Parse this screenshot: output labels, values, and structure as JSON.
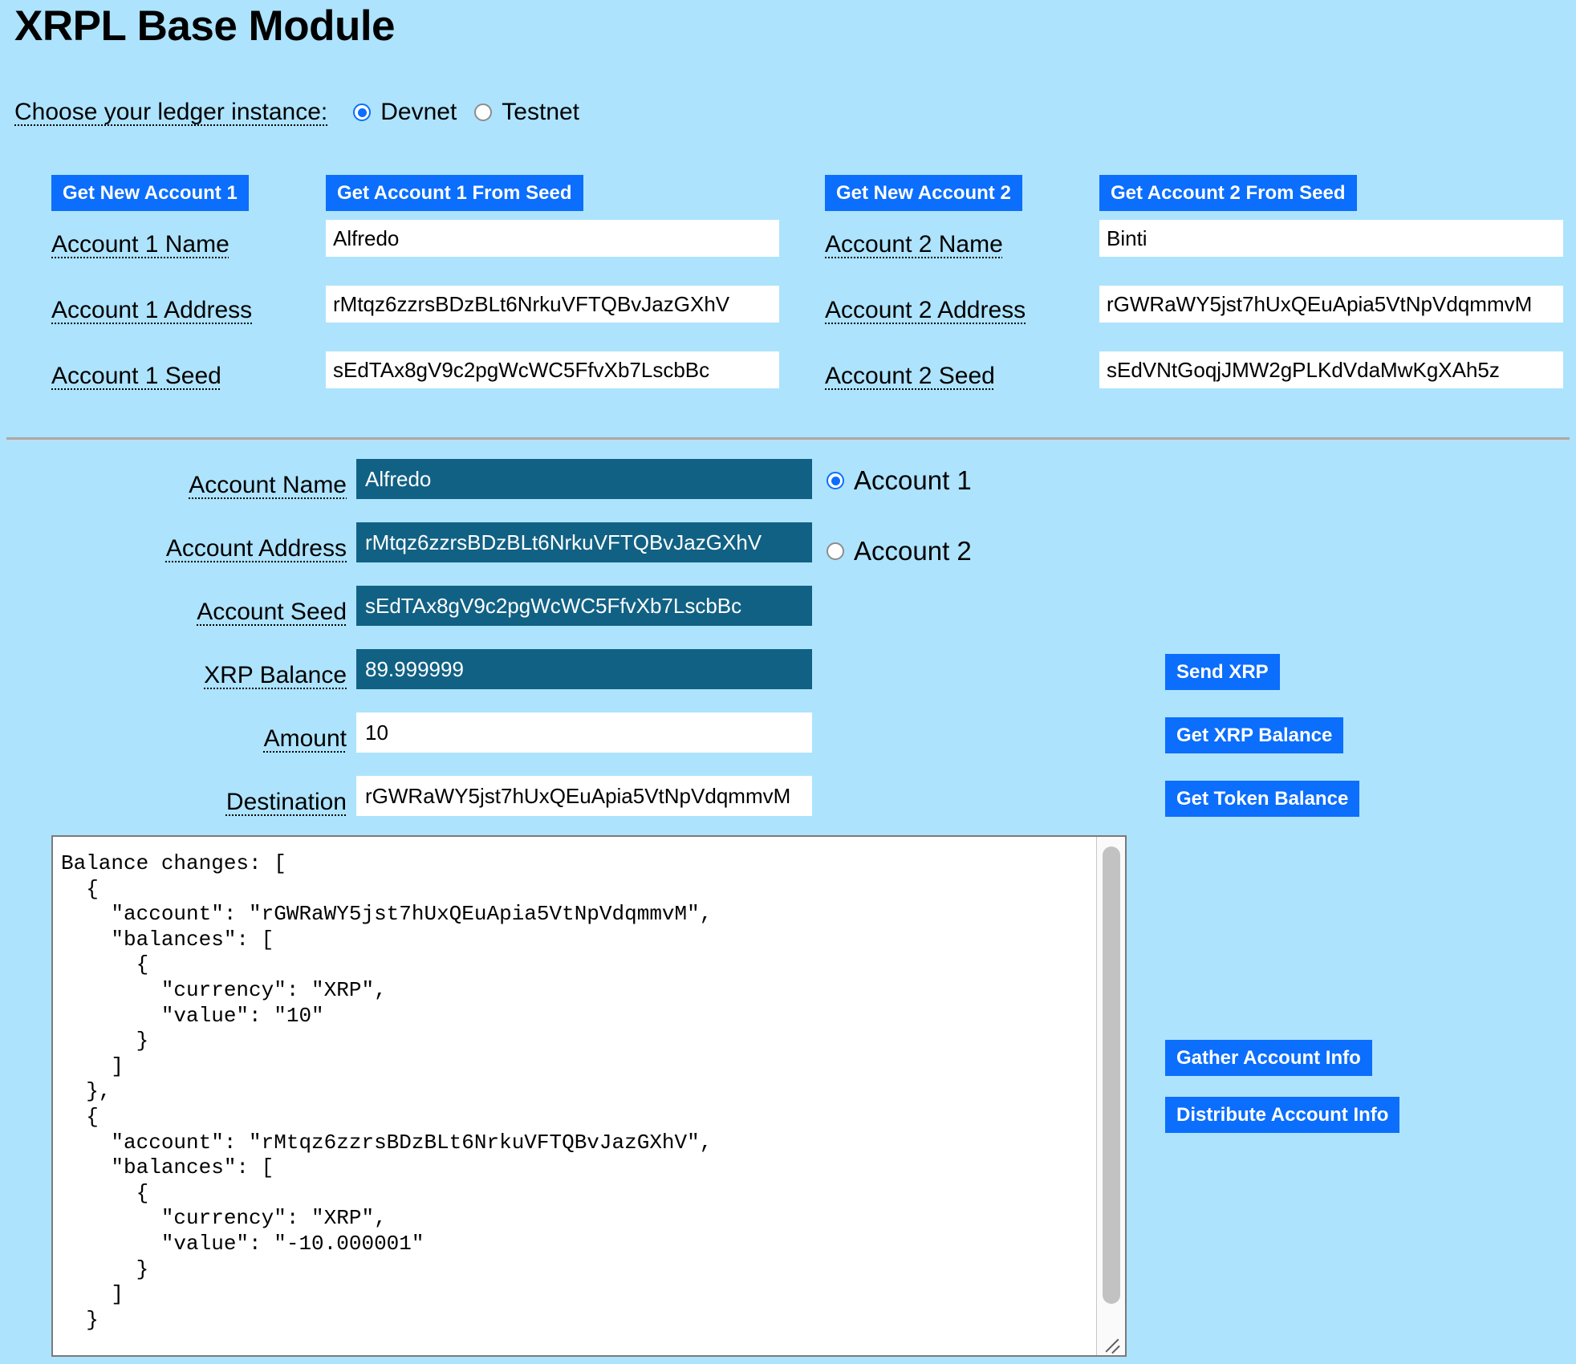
{
  "page_title": "XRPL Base Module",
  "ledger": {
    "label": "Choose your ledger instance:",
    "options": [
      {
        "label": "Devnet",
        "selected": true
      },
      {
        "label": "Testnet",
        "selected": false
      }
    ]
  },
  "account1": {
    "new_button": "Get New Account 1",
    "from_seed_button": "Get Account 1 From Seed",
    "name_label": "Account 1 Name",
    "name_value": "Alfredo",
    "address_label": "Account 1 Address",
    "address_value": "rMtqz6zzrsBDzBLt6NrkuVFTQBvJazGXhV",
    "seed_label": "Account 1 Seed",
    "seed_value": "sEdTAx8gV9c2pgWcWC5FfvXb7LscbBc"
  },
  "account2": {
    "new_button": "Get New Account 2",
    "from_seed_button": "Get Account 2 From Seed",
    "name_label": "Account 2 Name",
    "name_value": "Binti",
    "address_label": "Account 2 Address",
    "address_value": "rGWRaWY5jst7hUxQEuApia5VtNpVdqmmvM",
    "seed_label": "Account 2 Seed",
    "seed_value": "sEdVNtGoqjJMW2gPLKdVdaMwKgXAh5z"
  },
  "detail": {
    "account_name_label": "Account Name",
    "account_name_value": "Alfredo",
    "account_address_label": "Account Address",
    "account_address_value": "rMtqz6zzrsBDzBLt6NrkuVFTQBvJazGXhV",
    "account_seed_label": "Account Seed",
    "account_seed_value": "sEdTAx8gV9c2pgWcWC5FfvXb7LscbBc",
    "xrp_balance_label": "XRP Balance",
    "xrp_balance_value": "89.999999",
    "amount_label": "Amount",
    "amount_value": "10",
    "destination_label": "Destination",
    "destination_value": "rGWRaWY5jst7hUxQEuApia5VtNpVdqmmvM",
    "account_radios": [
      {
        "label": "Account 1",
        "selected": true
      },
      {
        "label": "Account 2",
        "selected": false
      }
    ]
  },
  "actions": {
    "send_xrp": "Send XRP",
    "get_xrp_balance": "Get XRP Balance",
    "get_token_balance": "Get Token Balance",
    "gather_account_info": "Gather Account Info",
    "distribute_account_info": "Distribute Account Info"
  },
  "results": {
    "text": "Balance changes: [\n  {\n    \"account\": \"rGWRaWY5jst7hUxQEuApia5VtNpVdqmmvM\",\n    \"balances\": [\n      {\n        \"currency\": \"XRP\",\n        \"value\": \"10\"\n      }\n    ]\n  },\n  {\n    \"account\": \"rMtqz6zzrsBDzBLt6NrkuVFTQBvJazGXhV\",\n    \"balances\": [\n      {\n        \"currency\": \"XRP\",\n        \"value\": \"-10.000001\"\n      }\n    ]\n  }"
  },
  "colors": {
    "background": "#ade3fd",
    "button_blue": "#0b6efd",
    "field_teal": "#116184",
    "divider_grey": "#a9a9a9"
  }
}
